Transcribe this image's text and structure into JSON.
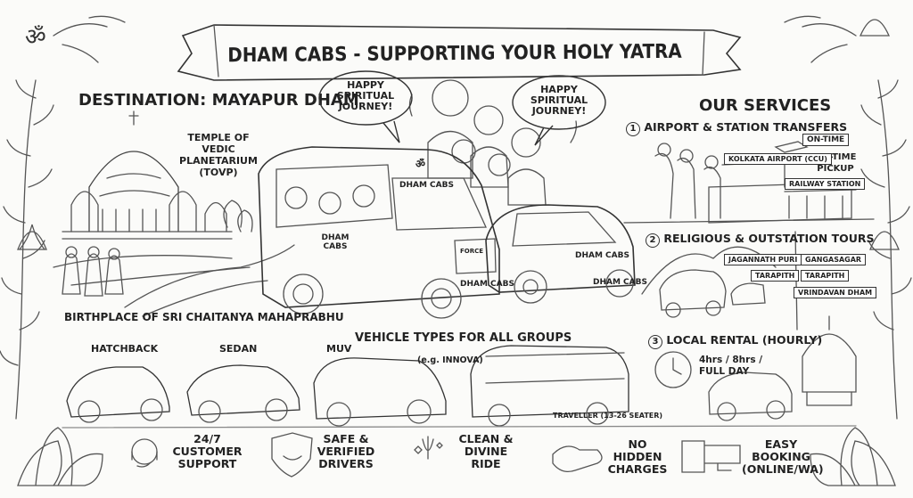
{
  "banner": {
    "title": "DHAM CABS - SUPPORTING YOUR HOLY YATRA"
  },
  "destination": {
    "heading": "DESTINATION: MAYAPUR DHAM",
    "temple_label": "TEMPLE OF VEDIC PLANETARIUM (TOVP)",
    "caption": "BIRTHPLACE OF SRI CHAITANYA MAHAPRABHU"
  },
  "center": {
    "bubble_left": "HAPPY SPIRITUAL JOURNEY!",
    "bubble_right": "HAPPY SPIRITUAL JOURNEY!",
    "van_brand": "DHAM CABS",
    "van_side_brand": "DHAM CABS",
    "van_plate": "DHAM CABS",
    "van_grille": "FORCE",
    "car_brand": "DHAM CABS",
    "car_plate": "DHAM CABS",
    "om_symbol": "ॐ"
  },
  "services": {
    "heading": "OUR SERVICES",
    "items": [
      {
        "number": "1",
        "label": "AIRPORT & STATION TRANSFERS"
      },
      {
        "number": "2",
        "label": "RELIGIOUS & OUTSTATION TOURS"
      },
      {
        "number": "3",
        "label": "LOCAL RENTAL (HOURLY)"
      }
    ],
    "airport_sign": "KOLKATA AIRPORT (CCU)",
    "ontime_sign": "ON-TIME",
    "ontime_text": "ON-TIME PICKUP",
    "railway_sign": "RAILWAY STATION",
    "destinations": [
      "JAGANNATH PURI",
      "GANGASAGAR",
      "TARAPITH",
      "TARAPITH",
      "VRINDAVAN DHAM"
    ],
    "rental_hours": "4hrs / 8hrs / FULL DAY"
  },
  "vehicles": {
    "heading": "VEHICLE TYPES FOR ALL GROUPS",
    "hatchback": "HATCHBACK",
    "sedan": "SEDAN",
    "muv": "MUV",
    "muv_example": "(e.g. INNOVA)",
    "traveller": "TRAVELLER (13-26 SEATER)"
  },
  "features": [
    {
      "icon": "headset-icon",
      "label": "24/7 CUSTOMER SUPPORT"
    },
    {
      "icon": "shield-icon",
      "label": "SAFE & VERIFIED DRIVERS"
    },
    {
      "icon": "tilak-icon",
      "label": "CLEAN & DIVINE RIDE"
    },
    {
      "icon": "handshake-icon",
      "label": "NO HIDDEN CHARGES"
    },
    {
      "icon": "devices-icon",
      "label": "EASY BOOKING (ONLINE/WA)"
    }
  ],
  "corner_symbol": "ॐ",
  "colors": {
    "ink": "#222222",
    "paper": "#fbfbf9",
    "sketch": "#555555"
  }
}
